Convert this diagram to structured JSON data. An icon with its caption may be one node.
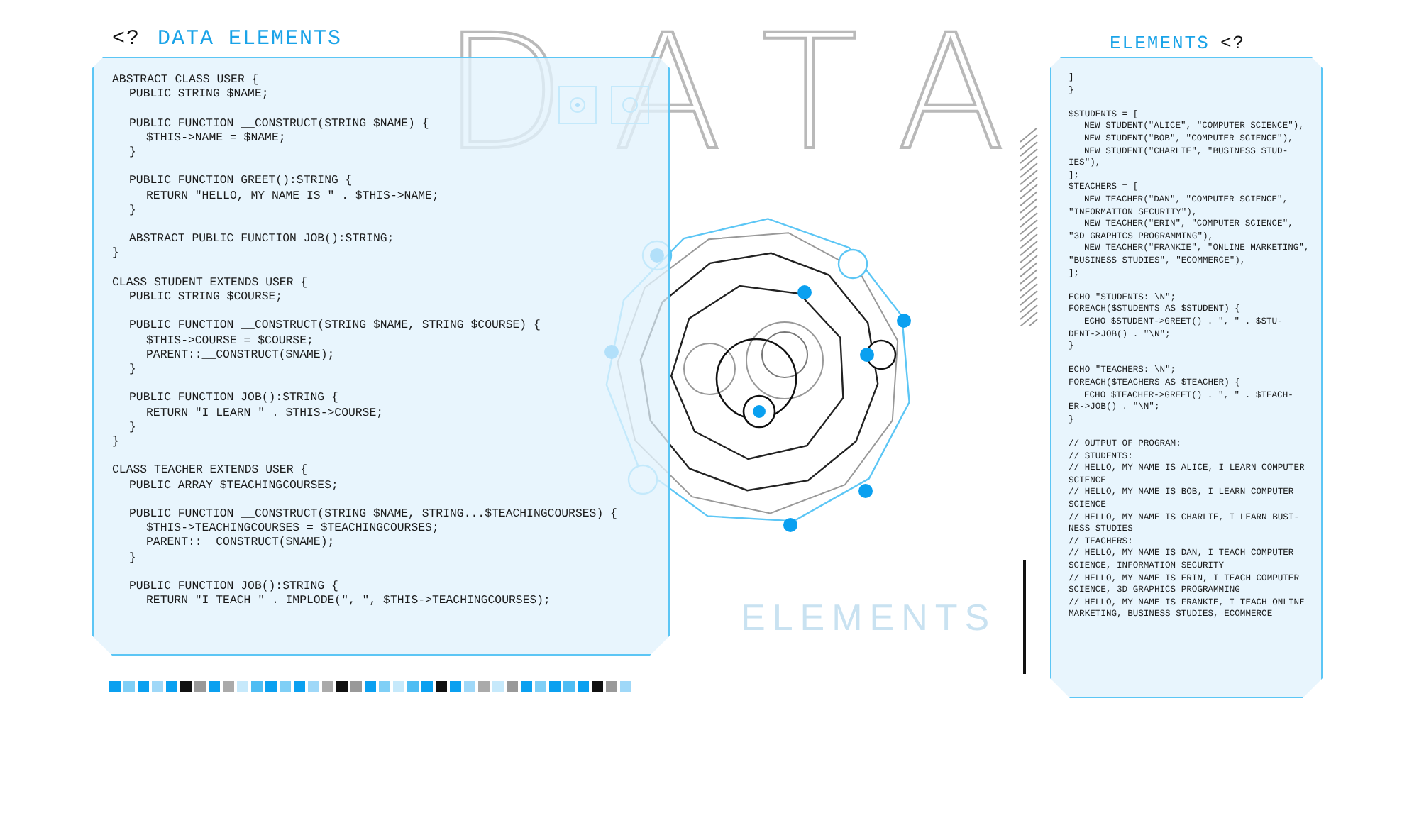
{
  "diagram": {
    "nodes": [
      {
        "text": [
          "<?",
          "DATA ELEMENTS",
          "ABSTRACT CLASS USER {",
          "PUBLIC STRING $NAME;",
          "PUBLIC FUNCTION __CONSTRUCT(STRING $NAME) {",
          "$THIS->NAME = $NAME;",
          "}",
          "PUBLIC FUNCTION GREET():STRING {",
          "RETURN \"HELLO, MY NAME IS \" . $THIS->NAME;",
          "}",
          "ABSTRACT PUBLIC FUNCTION JOB():STRING;",
          "}",
          "CLASS STUDENT EXTENDS USER {",
          "PUBLIC STRING $COURSE;",
          "PUBLIC FUNCTION __CONSTRUCT(STRING $NAME, STRING $COURSE) {",
          "$THIS->COURSE = $COURSE;",
          "PARENT::__CONSTRUCT($NAME);",
          "}",
          "PUBLIC FUNCTION JOB():STRING {",
          "RETURN \"I LEARN \" . $THIS->COURSE;",
          "}",
          "}",
          "CLASS TEACHER EXTENDS USER {",
          "PUBLIC ARRAY $TEACHINGCOURSES;",
          "PUBLIC FUNCTION __CONSTRUCT(STRING $NAME, STRING...$TEACHINGCOURSES) {",
          "$THIS->TEACHINGCOURSES = $TEACHINGCOURSES;",
          "PARENT::__CONSTRUCT($NAME);",
          "}",
          "PUBLIC FUNCTION JOB():STRING {",
          "RETURN \"I TEACH \" . IMPLODE(\", \", $THIS->TEACHINGCOURSES);"
        ]
      },
      {
        "text": [
          "ELEMENTS",
          "<?",
          "]",
          "}",
          "$STUDENTS = [",
          "NEW STUDENT(\"ALICE\", \"COMPUTER SCIENCE\"),",
          "NEW STUDENT(\"BOB\", \"COMPUTER SCIENCE\"),",
          "NEW STUDENT(\"CHARLIE\", \"BUSINESS STUD-",
          "IES\"),",
          "];",
          "$TEACHERS = [",
          "NEW TEACHER(\"DAN\", \"COMPUTER SCIENCE\",",
          "\"INFORMATION SECURITY\"),",
          "NEW TEACHER(\"ERIN\", \"COMPUTER SCIENCE\",",
          "\"3D GRAPHICS PROGRAMMING\"),",
          "NEW TEACHER(\"FRANKIE\", \"ONLINE MARKETING\",",
          "\"BUSINESS STUDIES\", \"ECOMMERCE\"),",
          "];",
          "ECHO \"STUDENTS: \\N\";",
          "FOREACH($STUDENTS AS $STUDENT) {",
          "ECHO $STUDENT->GREET() . \", \" . $STU-",
          "DENT->JOB() . \"\\N\";",
          "}",
          "ECHO \"TEACHERS: \\N\";",
          "FOREACH($TEACHERS AS $TEACHER) {",
          "ECHO $TEACHER->GREET() . \", \" . $TEACH-",
          "ER->JOB() . \"\\N\";",
          "}",
          "// OUTPUT OF PROGRAM:",
          "// STUDENTS:",
          "// HELLO, MY NAME IS ALICE, I LEARN COMPUTER",
          "SCIENCE",
          "// HELLO, MY NAME IS BOB, I LEARN COMPUTER",
          "SCIENCE",
          "// HELLO, MY NAME IS CHARLIE, I LEARN BUSI-",
          "NESS STUDIES",
          "// TEACHERS:",
          "// HELLO, MY NAME IS DAN, I TEACH COMPUTER",
          "SCIENCE, INFORMATION SECURITY",
          "// HELLO, MY NAME IS ERIN, I TEACH COMPUTER",
          "SCIENCE, 3D GRAPHICS PROGRAMMING",
          "// HELLO, MY NAME IS FRANKIE, I TEACH ONLINE",
          "MARKETING, BUSINESS STUDIES, ECOMMERCE"
        ]
      }
    ],
    "labels": [
      "DATA",
      "ELEMENTS"
    ]
  }
}
